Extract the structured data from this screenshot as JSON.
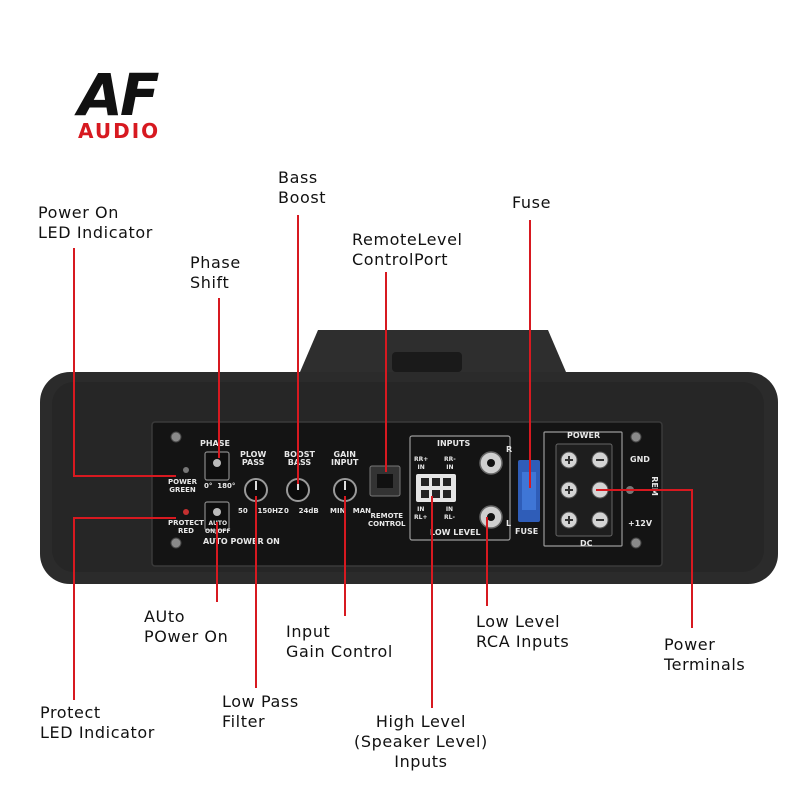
{
  "logo": {
    "brand_top": "AF",
    "brand_bottom": "AUDIO"
  },
  "colors": {
    "leader_line": "#d71920",
    "brand_red": "#d71920",
    "enclosure": "#2a2a2a",
    "panel": "#151515"
  },
  "callouts": {
    "power_on_led": "Power On\nLED Indicator",
    "phase_shift": "Phase\nShift",
    "bass_boost": "Bass\nBoost",
    "remote_level": "RemoteLevel\nControlPort",
    "fuse": "Fuse",
    "auto_power_on": "AUto\nPOwer On",
    "input_gain": "Input\nGain Control",
    "low_level_rca": "Low Level\nRCA Inputs",
    "power_terminals": "Power\nTerminals",
    "protect_led": "Protect\nLED Indicator",
    "low_pass": "Low Pass\nFilter",
    "high_level": "High Level\n(Speaker Level)\nInputs"
  },
  "panel_labels": {
    "phase": "PHASE",
    "phase_values": "0°  180°",
    "power_green": "POWER\nGREEN",
    "protect_red": "PROTECT\nRED",
    "auto_power_on": "AUTO POWER ON",
    "auto_switch": "AUTO\nON/OFF",
    "low_pass": "PLOW\nPASS",
    "low_pass_range": "50    150HZ",
    "boost_bass": "BOOST\nBASS",
    "boost_range": "0    24dB",
    "gain_input": "GAIN\nINPUT",
    "gain_range": "MIN   MAN",
    "remote_control": "REMOTE\nCONTROL",
    "inputs": "INPUTS",
    "rr_in": "RR+\nIN",
    "rl_in": "RR-\nIN",
    "in_rl": "IN\nRL+",
    "in_rl2": "IN\nRL-",
    "r": "R",
    "l": "L",
    "low_level": "LOW LEVEL",
    "fuse": "FUSE",
    "power": "POWER",
    "gnd": "GND",
    "rem": "REM",
    "plus12v": "+12V",
    "dc": "DC"
  }
}
